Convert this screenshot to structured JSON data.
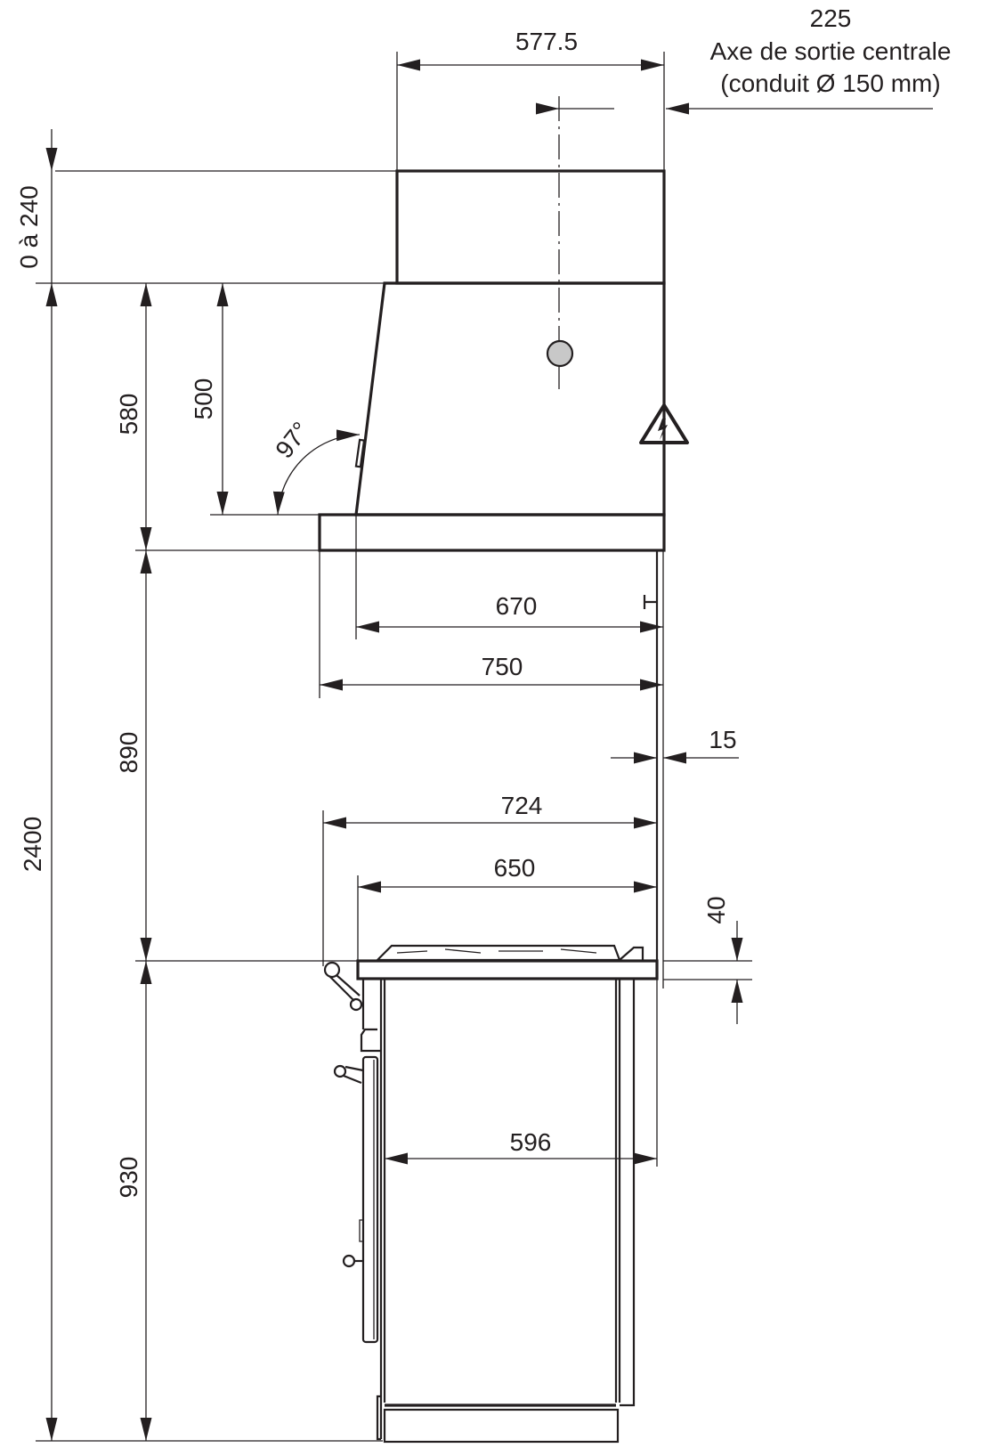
{
  "diagram": {
    "type": "technical-dimension-drawing",
    "subject": "Hotte et cuisinière - vue de côté (side elevation of range hood over cooker)",
    "units": "mm",
    "colors": {
      "line": "#231f20",
      "outlet_fill": "#c8c8c8",
      "background": "#ffffff"
    },
    "top_note": {
      "value": "225",
      "line1": "Axe de sortie centrale",
      "line2": "(conduit Ø 150 mm)"
    },
    "horizontal_dims": {
      "chimney_depth": "577.5",
      "hood_inner_depth": "670",
      "hood_total_depth": "750",
      "wall_gap": "15",
      "cooker_total_depth": "724",
      "cooker_top_depth": "650",
      "cabinet_depth": "596"
    },
    "vertical_dims": {
      "chimney_adjust": "0 à 240",
      "hood_height": "580",
      "hood_front_height": "500",
      "clearance": "890",
      "total_height": "2400",
      "cooker_height": "930",
      "hob_height": "40"
    },
    "angle": "97°",
    "icons": [
      "electrical-hazard-icon",
      "duct-outlet-icon"
    ]
  }
}
